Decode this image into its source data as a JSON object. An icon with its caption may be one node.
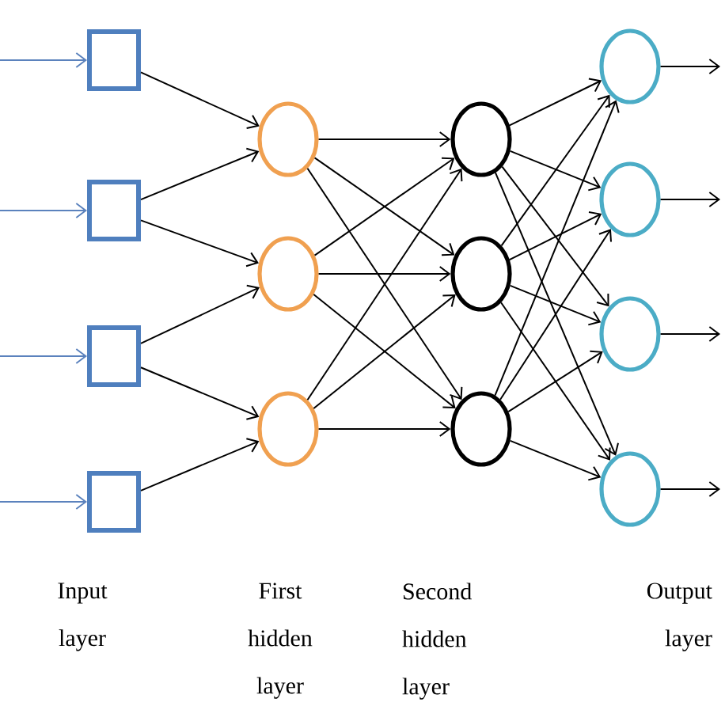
{
  "diagram": {
    "nodes": [
      {
        "text": [],
        "shape": "box"
      },
      {
        "text": [],
        "shape": "box"
      },
      {
        "text": [],
        "shape": "box"
      },
      {
        "text": [],
        "shape": "box"
      },
      {
        "text": [],
        "shape": "circle"
      },
      {
        "text": [],
        "shape": "circle"
      },
      {
        "text": [],
        "shape": "circle"
      },
      {
        "text": [],
        "shape": "circle"
      },
      {
        "text": [],
        "shape": "circle"
      },
      {
        "text": [],
        "shape": "circle"
      },
      {
        "text": [],
        "shape": "circle"
      },
      {
        "text": [],
        "shape": "circle"
      },
      {
        "text": [],
        "shape": "circle"
      },
      {
        "text": [],
        "shape": "circle"
      }
    ],
    "edges": [
      {
        "from": null,
        "to": 0,
        "arrow": "to",
        "color": "#5b82bd"
      },
      {
        "from": null,
        "to": 1,
        "arrow": "to",
        "color": "#5b82bd"
      },
      {
        "from": null,
        "to": 2,
        "arrow": "to",
        "color": "#5b82bd"
      },
      {
        "from": null,
        "to": 3,
        "arrow": "to",
        "color": "#5b82bd"
      },
      {
        "from": 0,
        "to": 4,
        "arrow": "to"
      },
      {
        "from": 1,
        "to": 4,
        "arrow": "to"
      },
      {
        "from": 1,
        "to": 5,
        "arrow": "to"
      },
      {
        "from": 2,
        "to": 5,
        "arrow": "to"
      },
      {
        "from": 2,
        "to": 6,
        "arrow": "to"
      },
      {
        "from": 3,
        "to": 6,
        "arrow": "to"
      },
      {
        "from": 4,
        "to": 7,
        "arrow": "to"
      },
      {
        "from": 4,
        "to": 8,
        "arrow": "to"
      },
      {
        "from": 4,
        "to": 9,
        "arrow": "to"
      },
      {
        "from": 5,
        "to": 7,
        "arrow": "to"
      },
      {
        "from": 5,
        "to": 8,
        "arrow": "to"
      },
      {
        "from": 5,
        "to": 9,
        "arrow": "to"
      },
      {
        "from": 6,
        "to": 7,
        "arrow": "to"
      },
      {
        "from": 6,
        "to": 8,
        "arrow": "to"
      },
      {
        "from": 6,
        "to": 9,
        "arrow": "to"
      },
      {
        "from": 7,
        "to": 10,
        "arrow": "to"
      },
      {
        "from": 7,
        "to": 11,
        "arrow": "to"
      },
      {
        "from": 7,
        "to": 12,
        "arrow": "to"
      },
      {
        "from": 7,
        "to": 13,
        "arrow": "to"
      },
      {
        "from": 8,
        "to": 10,
        "arrow": "to"
      },
      {
        "from": 8,
        "to": 11,
        "arrow": "to"
      },
      {
        "from": 8,
        "to": 12,
        "arrow": "to"
      },
      {
        "from": 8,
        "to": 13,
        "arrow": "to"
      },
      {
        "from": 9,
        "to": 10,
        "arrow": "to"
      },
      {
        "from": 9,
        "to": 11,
        "arrow": "to"
      },
      {
        "from": 9,
        "to": 12,
        "arrow": "to"
      },
      {
        "from": 9,
        "to": 13,
        "arrow": "to"
      },
      {
        "from": 10,
        "to": null,
        "arrow": "to"
      },
      {
        "from": 11,
        "to": null,
        "arrow": "to"
      },
      {
        "from": 12,
        "to": null,
        "arrow": "to"
      },
      {
        "from": 13,
        "to": null,
        "arrow": "to"
      }
    ],
    "labels": [
      "Input layer",
      "First hidden layer",
      "Second hidden layer",
      "Output layer"
    ]
  }
}
